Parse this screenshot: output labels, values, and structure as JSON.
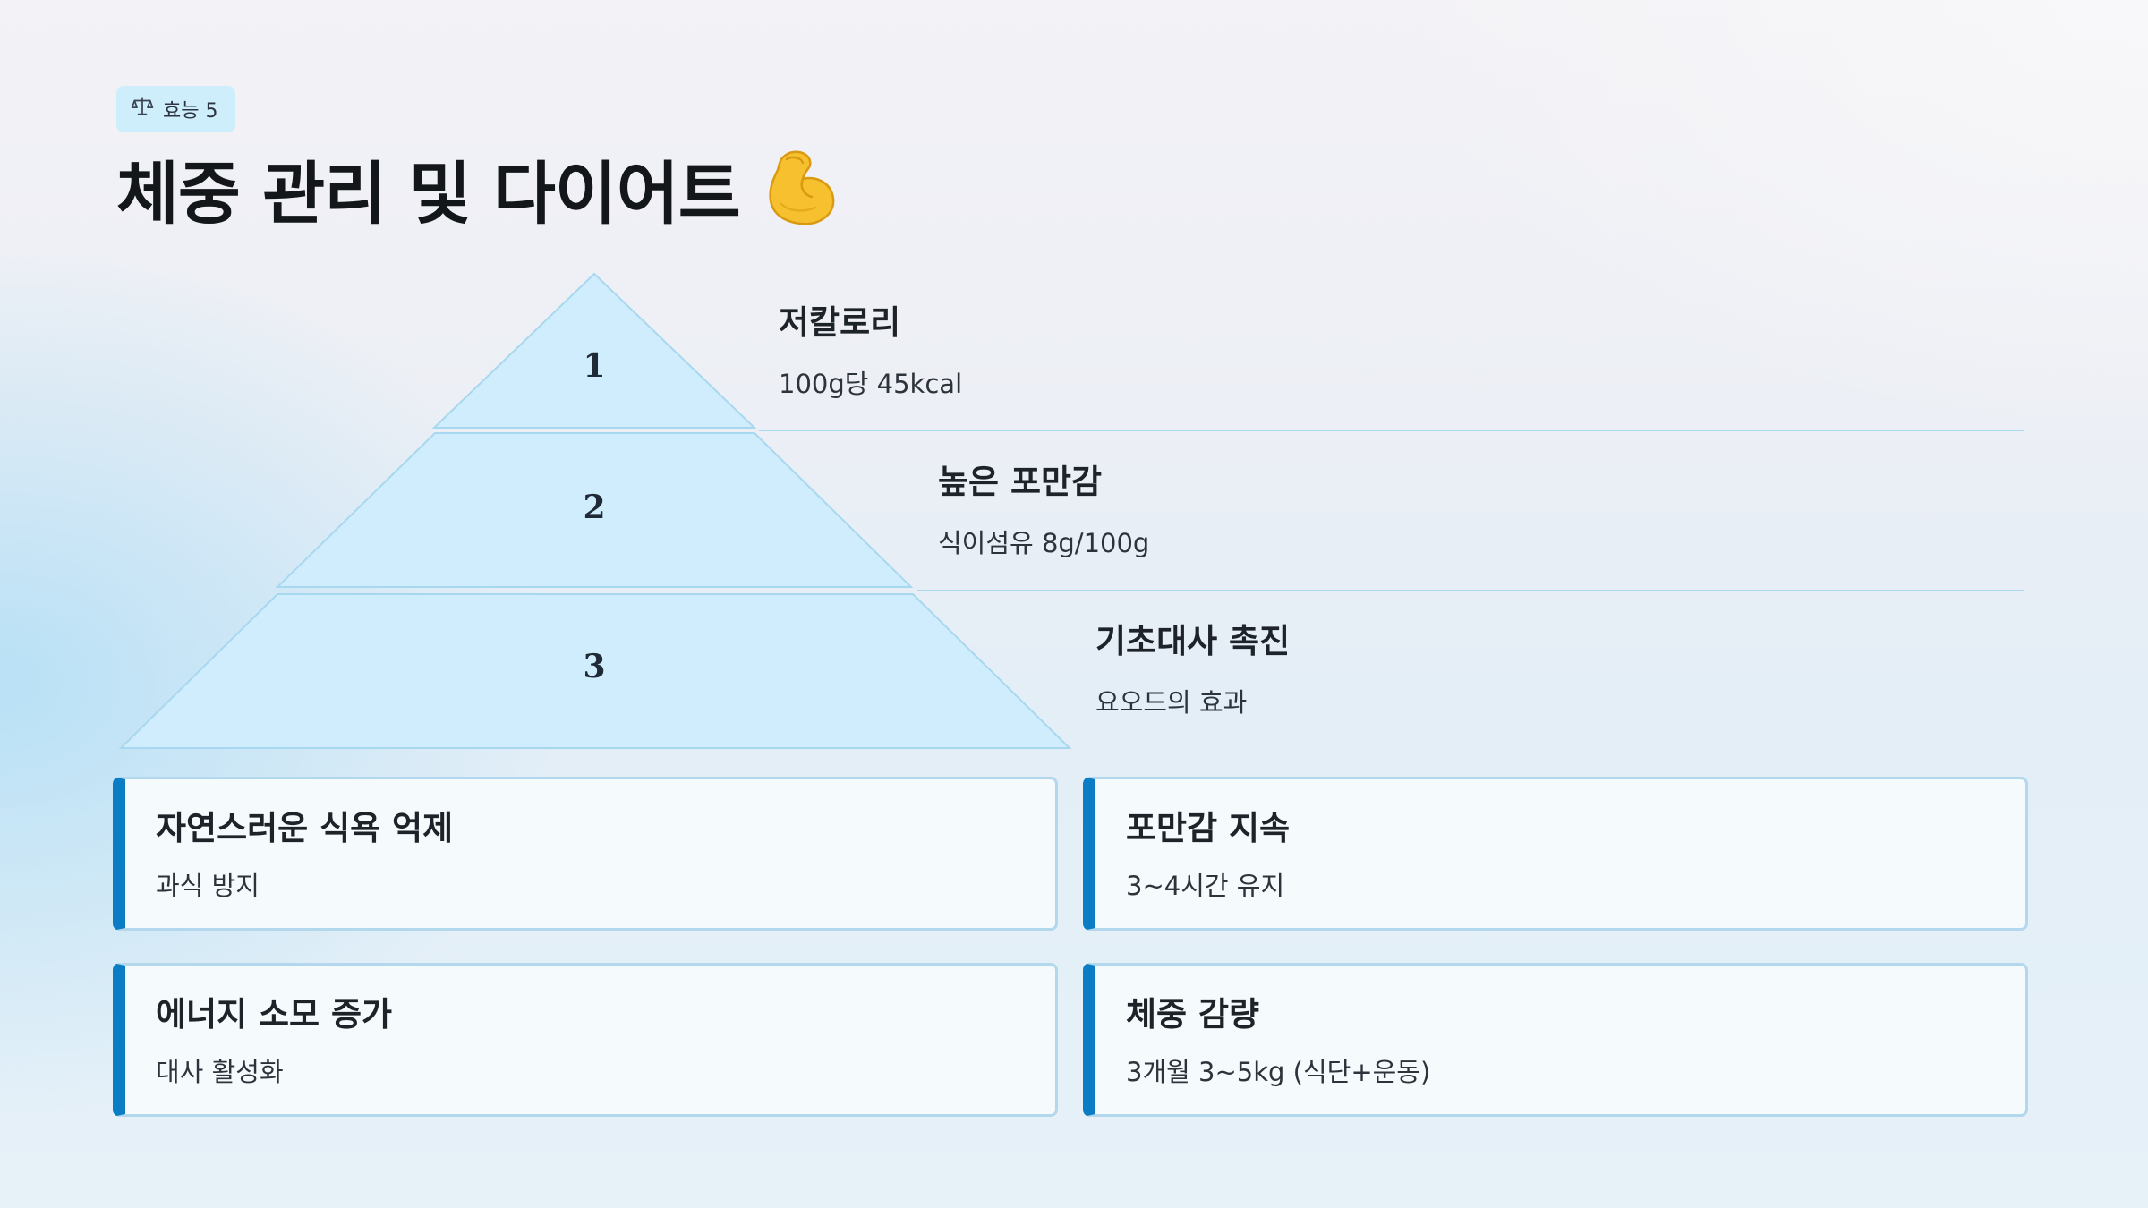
{
  "tag": {
    "icon": "balance-scale-icon",
    "label": "효능 5"
  },
  "title": {
    "text": "체중 관리 및 다이어트",
    "emoji": "flexed-biceps-icon"
  },
  "pyramid": {
    "fill_color": "#cfedfc",
    "levels": [
      {
        "number": "1",
        "title": "저칼로리",
        "desc": "100g당 45kcal"
      },
      {
        "number": "2",
        "title": "높은 포만감",
        "desc": "식이섬유 8g/100g"
      },
      {
        "number": "3",
        "title": "기초대사 촉진",
        "desc": "요오드의 효과"
      }
    ]
  },
  "cards": [
    {
      "title": "자연스러운 식욕 억제",
      "desc": "과식 방지"
    },
    {
      "title": "포만감 지속",
      "desc": "3~4시간 유지"
    },
    {
      "title": "에너지 소모 증가",
      "desc": "대사 활성화"
    },
    {
      "title": "체중 감량",
      "desc": "3개월 3~5kg (식단+운동)"
    }
  ],
  "colors": {
    "accent": "#0a7dc4",
    "card_border": "#b3d7ec",
    "tag_bg": "#cfeefc"
  }
}
